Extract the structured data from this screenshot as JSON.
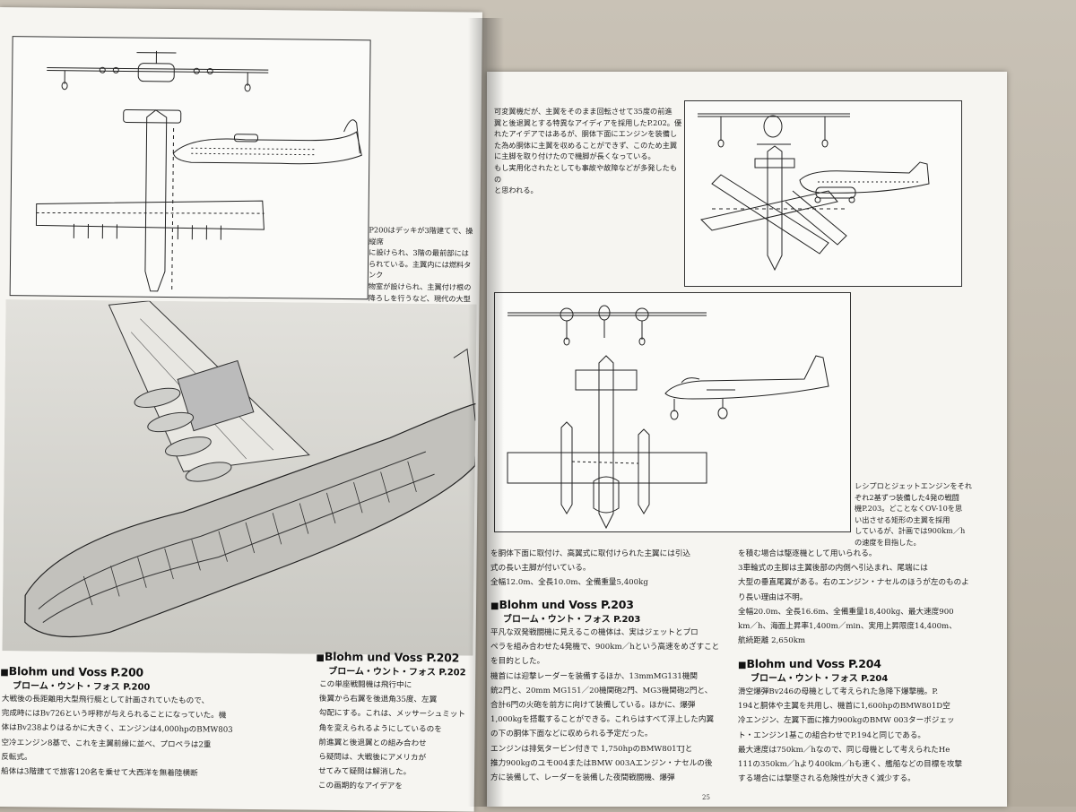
{
  "left_page": {
    "p200_caption": "P200はデッキが3階建てで、操縦席\nに設けられ、3階の最前部には\nられている。主翼内には燃料タンク\n物室が設けられ、主翼付け根の\n降ろしを行うなど、現代の大型\n華で雄大な構想が感じられる。",
    "p200_heading_en": "Blohm und Voss P.200",
    "p200_heading_jp": "ブローム・ウント・フォス P.200",
    "p200_body": "大戦後の長距離用大型飛行艇として計画されていたもので、\n完成時にはBv726という呼称が与えられることになっていた。機\n体はBv238よりはるかに大きく、エンジンは4,000hpのBMW803\n空冷エンジン8基で、これを主翼前縁に並べ、プロペラは2重\n反転式。\n  船体は3階建てで旅客120名を乗せて大西洋を無着陸横断",
    "p202_heading_en": "Blohm und Voss P.202",
    "p202_heading_jp": "ブローム・ウント・フォス P.202",
    "p202_body": "  この単座戦闘機は飛行中に\n後翼から右翼を後退角35度、左翼\n勾配にする。これは、メッサーシュミット\n角を変えられるようにしているのを\n  前進翼と後退翼との組み合わせ\nら疑問は、大戦後にアメリカが\nせてみて疑問は解消した。\n  この画期的なアイデアを"
  },
  "right_page": {
    "p202_caption": "可変翼機だが、主翼をそのまま回転させて35度の前進\n翼と後退翼とする特異なアイディアを採用したP.202。優\nれたアイデアではあるが、胴体下面にエンジンを装備し\nた為め胴体に主翼を収めることができず、このため主翼\nに主脚を取り付けたので機脚が長くなっている。\nもし実用化されたとしても事故や故障などが多発したもの\nと思われる。",
    "p203_caption": "レシプロとジェットエンジンをそれ\nぞれ2基ずつ装備した4発の戦闘\n機P.203。どことなくOV-10を思\nい出させる矩形の主翼を採用\nしているが、計画では900km／h\nの速度を目指した。",
    "col1_top": "を胴体下面に取付け、高翼式に取付けられた主翼には引込\n式の長い主脚が付いている。\n  全幅12.0m、全長10.0m、全備重量5,400kg",
    "p203_heading_en": "Blohm und Voss P.203",
    "p203_heading_jp": "ブローム・ウント・フォス P.203",
    "p203_body": "  平凡な双発戦闘機に見えるこの機体は、実はジェットとプロ\nペラを組み合わせた4発機で、900km／hという高速をめざすこと\nを目的とした。\n  機首には迎撃レーダーを装備するほか、13mmMG131機関\n銃2門と、20mm MG151／20機関砲2門、MG3機関砲2門と、\n合計6門の火砲を前方に向けて装備している。ほかに、爆弾\n1,000kgを搭載することができる。これらはすべて浮上した内翼\nの下の胴体下面などに収められる予定だった。\n  エンジンは排気タービン付きで 1,750hpのBMW801TJと\n推力900kgのユモ004またはBMW 003Aエンジン・ナセルの後\n方に装備して、レーダーを装備した夜間戦闘機、爆弾",
    "col2_top": "を積む場合は駆逐機として用いられる。\n  3車輪式の主脚は主翼後部の内側へ引込まれ、尾端には\n大型の垂直尾翼がある。右のエンジン・ナセルのほうが左のものよ\nり長い理由は不明。\n  全幅20.0m、全長16.6m、全備重量18,400kg、最大速度900\nkm／h、海面上昇率1,400m／min、実用上昇限度14,400m、\n航続距離 2,650km",
    "p204_heading_en": "Blohm und Voss P.204",
    "p204_heading_jp": "ブローム・ウント・フォス P.204",
    "p204_body": "  滑空爆弾Bv246の母機として考えられた急降下爆撃機。P.\n194と胴体や主翼を共用し、機首に1,600hpのBMW801D空\n冷エンジン、左翼下面に推力900kgのBMW 003ターボジェッ\nト・エンジン1基この組合わせでP.194と同じである。\n  最大速度は750km／hなので、同じ母機として考えられたHe\n111の350km／hより400km／hも速く、艦船などの目標を攻撃\nする場合には撃墜される危険性が大きく減少する。",
    "page_number": "25"
  },
  "colors": {
    "paper": "#f6f5f1",
    "ink": "#1d1d1d",
    "background": "#b9b1a4"
  }
}
